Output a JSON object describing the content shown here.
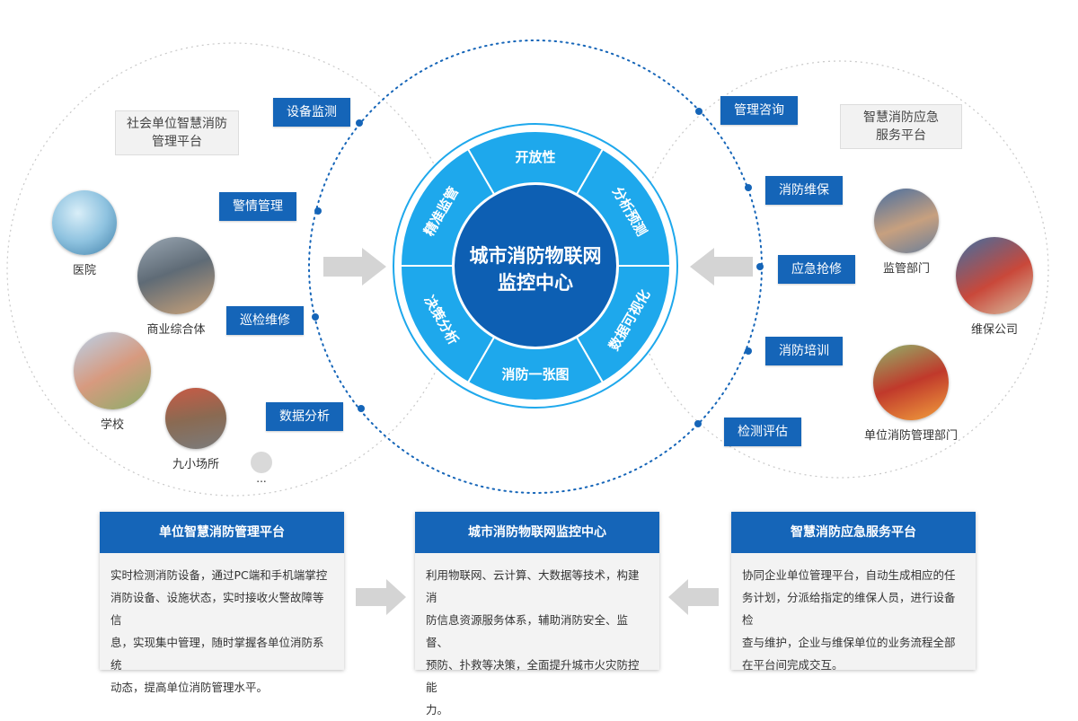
{
  "center": {
    "title_line1": "城市消防物联网",
    "title_line2": "监控中心",
    "segments": [
      "开放性",
      "分析预测",
      "数据可视化",
      "消防一张图",
      "决策分析",
      "精准监管"
    ]
  },
  "left_platform": {
    "label_line1": "社会单位智慧消防",
    "label_line2": "管理平台",
    "tags": [
      "设备监测",
      "警情管理",
      "巡检维修",
      "数据分析"
    ],
    "nodes": [
      "医院",
      "商业综合体",
      "学校",
      "九小场所"
    ],
    "more": "..."
  },
  "right_platform": {
    "label_line1": "智慧消防应急",
    "label_line2": "服务平台",
    "tags": [
      "管理咨询",
      "消防维保",
      "应急抢修",
      "消防培训",
      "检测评估"
    ],
    "nodes": [
      "监管部门",
      "维保公司",
      "单位消防管理部门"
    ]
  },
  "cards": [
    {
      "title": "单位智慧消防管理平台",
      "lines": [
        "实时检测消防设备，通过PC端和手机端掌控",
        "消防设备、设施状态，实时接收火警故障等信",
        "息，实现集中管理，随时掌握各单位消防系统",
        "动态，提高单位消防管理水平。"
      ]
    },
    {
      "title": "城市消防物联网监控中心",
      "lines": [
        "利用物联网、云计算、大数据等技术，构建消",
        "防信息资源服务体系，辅助消防安全、监督、",
        "预防、扑救等决策，全面提升城市火灾防控能",
        "力。"
      ]
    },
    {
      "title": "智慧消防应急服务平台",
      "lines": [
        "协同企业单位管理平台，自动生成相应的任",
        "务计划，分派给指定的维保人员，进行设备检",
        "查与维护，企业与维保单位的业务流程全部",
        "在平台间完成交互。"
      ]
    }
  ],
  "colors": {
    "primary": "#1565b8",
    "ring_dark": "#0d5fb3",
    "ring_light": "#1ea8ec",
    "dotted": "#1565b8",
    "arrow": "#cfcfcf"
  }
}
